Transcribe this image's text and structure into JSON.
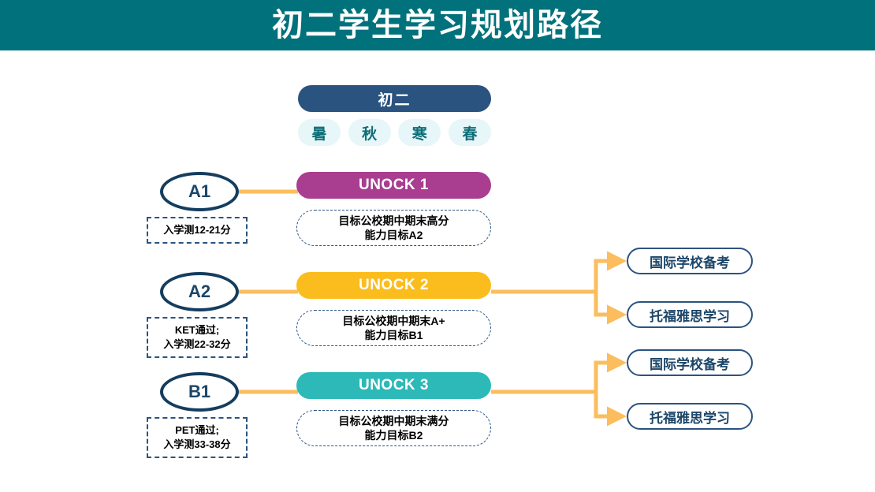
{
  "header": {
    "title": "初二学生学习规划路径",
    "background_color": "#01717B",
    "text_color": "#ffffff"
  },
  "grade": {
    "label": "初二",
    "color": "#2B5380"
  },
  "seasons": [
    {
      "label": "暑"
    },
    {
      "label": "秋"
    },
    {
      "label": "寒"
    },
    {
      "label": "春"
    }
  ],
  "season_style": {
    "background_color": "#E7F6F8",
    "text_color": "#0E6E77"
  },
  "levels": [
    {
      "level_label": "A1",
      "prereq_lines": [
        "入学测12-21分"
      ],
      "course_label": "UNOCK 1",
      "course_color": "#A93D90",
      "goal_lines": [
        "目标公校期中期末高分",
        "能力目标A2"
      ]
    },
    {
      "level_label": "A2",
      "prereq_lines": [
        "KET通过;",
        "入学测22-32分"
      ],
      "course_label": "UNOCK 2",
      "course_color": "#FBBD1E",
      "goal_lines": [
        "目标公校期中期末A+",
        "能力目标B1"
      ]
    },
    {
      "level_label": "B1",
      "prereq_lines": [
        "PET通过;",
        "入学测33-38分"
      ],
      "course_label": "UNOCK 3",
      "course_color": "#2DB9B7",
      "goal_lines": [
        "目标公校期中期末满分",
        "能力目标B2"
      ]
    }
  ],
  "outcomes": [
    {
      "label": "国际学校备考",
      "from_course": "UNOCK 2"
    },
    {
      "label": "托福雅思学习",
      "from_course": "UNOCK 2"
    },
    {
      "label": "国际学校备考",
      "from_course": "UNOCK 3"
    },
    {
      "label": "托福雅思学习",
      "from_course": "UNOCK 3"
    }
  ],
  "outcome_style": {
    "border_color": "#2B5380",
    "text_color": "#1C4668"
  },
  "connectors": {
    "color": "#FBBD5E",
    "ellipse_to_course": [
      "A1 → UNOCK 1",
      "A2 → UNOCK 2",
      "B1 → UNOCK 3"
    ],
    "course_to_outcomes": [
      "UNOCK 2 → 国际学校备考 / 托福雅思学习",
      "UNOCK 3 → 国际学校备考 / 托福雅思学习"
    ]
  }
}
